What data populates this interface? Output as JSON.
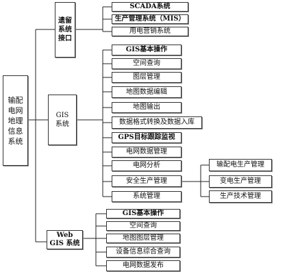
{
  "root": {
    "label": "输配电网地理信息系统"
  },
  "legacy": {
    "label": "遗留系统接口",
    "children": [
      "SCADA系统",
      "生产管理系统（MIS）",
      "用电营销系统"
    ]
  },
  "gis": {
    "label": "GIS系统",
    "children": [
      "GIS基本操作",
      "空间查询",
      "图层管理",
      "地图数据编辑",
      "地图输出",
      "数据格式转换及数据入库",
      "GPS目标跟踪监视",
      "电网数据管理",
      "电网分析",
      "安全生产管理",
      "系统管理"
    ]
  },
  "safety": {
    "children": [
      "输配电生产管理",
      "变电生产管理",
      "生产技术管理"
    ]
  },
  "webgis": {
    "label": "Web GIS 系统",
    "children": [
      "GIS基本操作",
      "空间查询",
      "地图图层管理",
      "设备信息综合查询",
      "电网数据发布"
    ]
  }
}
